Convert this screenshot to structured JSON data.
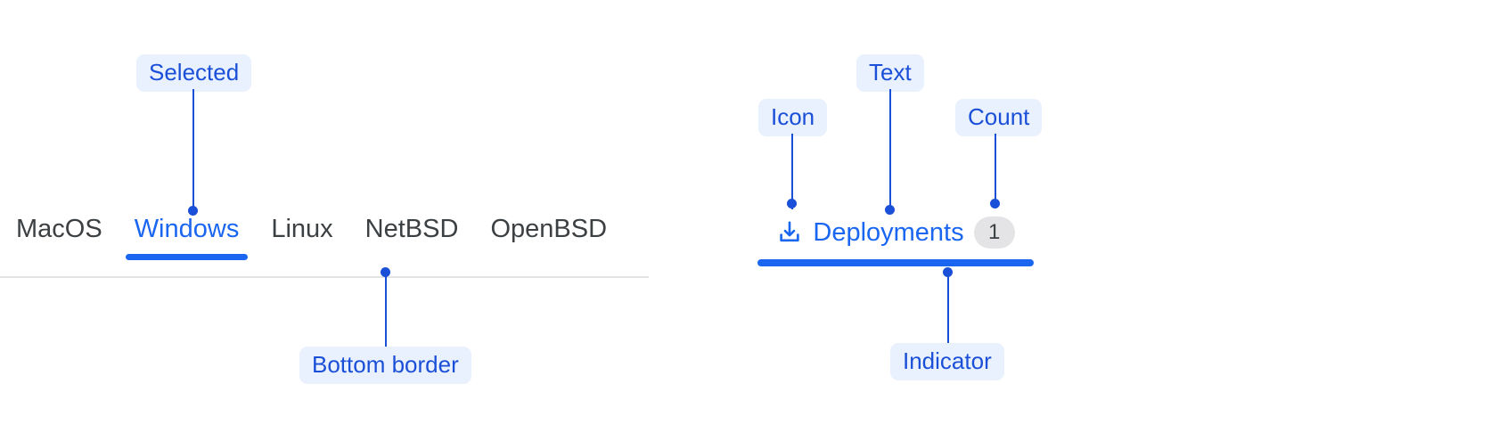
{
  "canvas": {
    "background": "#ffffff",
    "accent_blue": "#1a66f0",
    "annotation_blue": "#1a4fd8",
    "annotation_pill_bg": "#eaf1fe",
    "tab_text": "#3c4043",
    "border_gray": "#e3e3e3",
    "badge_bg": "#e4e4e6"
  },
  "left_tabs": {
    "items": [
      {
        "label": "MacOS",
        "selected": false
      },
      {
        "label": "Windows",
        "selected": true
      },
      {
        "label": "Linux",
        "selected": false
      },
      {
        "label": "NetBSD",
        "selected": false
      },
      {
        "label": "OpenBSD",
        "selected": false
      }
    ]
  },
  "right_tab": {
    "icon": "download-tray-icon",
    "label": "Deployments",
    "count": "1",
    "selected": true
  },
  "annotations": [
    {
      "id": "selected",
      "label": "Selected"
    },
    {
      "id": "bottom-border",
      "label": "Bottom border"
    },
    {
      "id": "icon",
      "label": "Icon"
    },
    {
      "id": "text",
      "label": "Text"
    },
    {
      "id": "count",
      "label": "Count"
    },
    {
      "id": "indicator",
      "label": "Indicator"
    }
  ]
}
